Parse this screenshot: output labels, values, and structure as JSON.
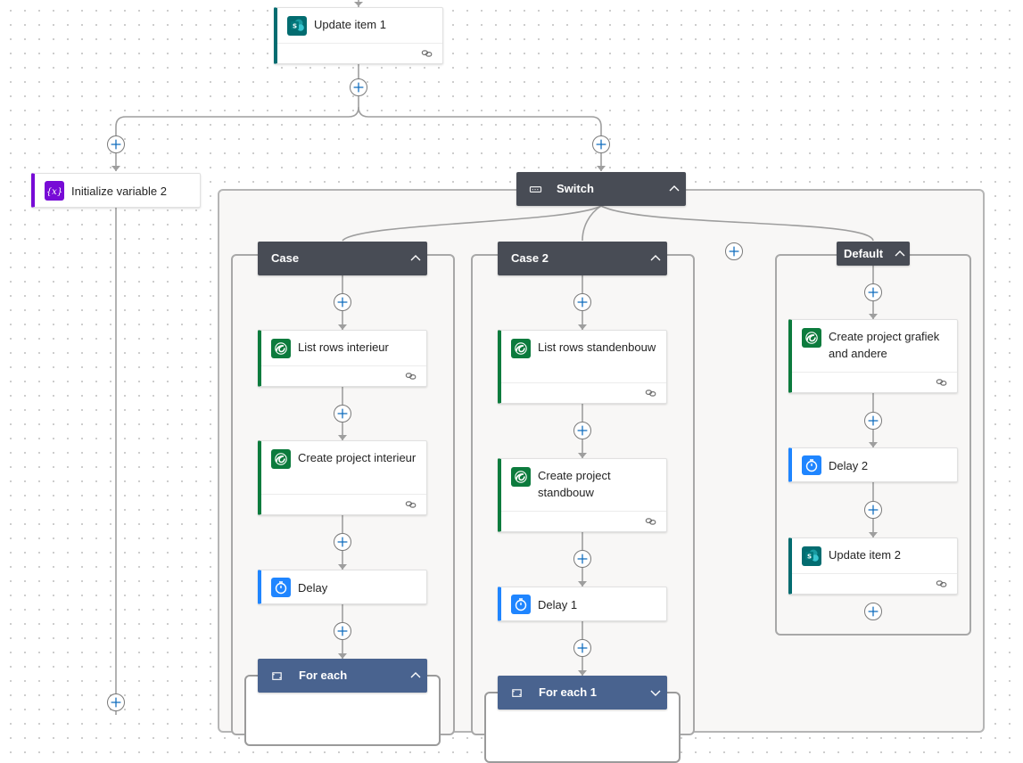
{
  "colors": {
    "sharepoint": "#036c70",
    "dataverse": "#0c7b3d",
    "variable": "#770bd6",
    "delay": "#1f85ff",
    "control_header": "#484c55",
    "foreach_header": "#49638f"
  },
  "top": {
    "update_item_1": {
      "title": "Update item 1",
      "icon": "sharepoint-icon"
    }
  },
  "left_branch": {
    "init_variable": {
      "title": "Initialize variable 2",
      "icon": "variable-icon"
    }
  },
  "switch": {
    "title": "Switch",
    "icon": "switch-icon",
    "cases": [
      {
        "title": "Case",
        "actions": [
          {
            "title": "List rows interieur",
            "icon": "dataverse-icon"
          },
          {
            "title": "Create project interieur",
            "icon": "dataverse-icon"
          },
          {
            "title": "Delay",
            "icon": "timer-icon"
          }
        ],
        "loop": {
          "title": "For each",
          "icon": "loop-icon"
        }
      },
      {
        "title": "Case 2",
        "actions": [
          {
            "title": "List rows standenbouw",
            "icon": "dataverse-icon"
          },
          {
            "title": "Create project standbouw",
            "icon": "dataverse-icon"
          },
          {
            "title": "Delay 1",
            "icon": "timer-icon"
          }
        ],
        "loop": {
          "title": "For each 1",
          "icon": "loop-icon"
        }
      }
    ],
    "default": {
      "title": "Default",
      "actions": [
        {
          "title": "Create project grafiek and andere",
          "icon": "dataverse-icon"
        },
        {
          "title": "Delay 2",
          "icon": "timer-icon"
        },
        {
          "title": "Update item 2",
          "icon": "sharepoint-icon"
        }
      ]
    }
  }
}
